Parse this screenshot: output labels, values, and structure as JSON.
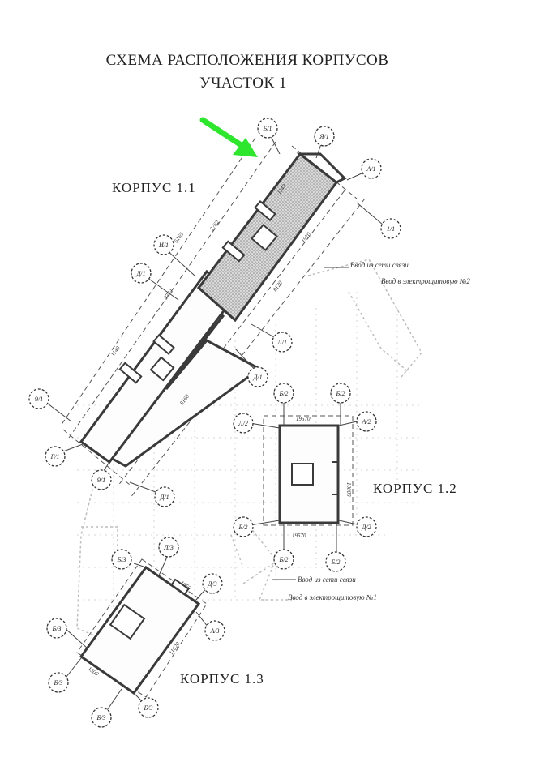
{
  "title": {
    "line1": "СХЕМА РАСПОЛОЖЕНИЯ КОРПУСОВ",
    "line2": "УЧАСТОК 1"
  },
  "buildings": [
    {
      "id": "b11",
      "label": "КОРПУС 1.1"
    },
    {
      "id": "b12",
      "label": "КОРПУС 1.2"
    },
    {
      "id": "b13",
      "label": "КОРПУС 1.3"
    }
  ],
  "notes": {
    "n1a": "Ввод из сети связи",
    "n1b": "Ввод в электрощитовую №2",
    "n2a": "Ввод из сети связи",
    "n2b": "Ввод в электрощитовую №1"
  },
  "axes_b11": [
    "Б/1",
    "Я/1",
    "А/1",
    "1/1",
    "И/1",
    "Д/1",
    "9/1",
    "Г/1",
    "9/1",
    "Д/1",
    "Л/1",
    "Д/1"
  ],
  "axes_b12": [
    "Б/2",
    "Б/2",
    "А/2",
    "Л/2",
    "Б/2",
    "Д/2",
    "Б/2",
    "Б/2"
  ],
  "axes_b13": [
    "Б/3",
    "Л/3",
    "Д/3",
    "А/3",
    "Б/3",
    "Б/3",
    "Б/3",
    "Б/3"
  ],
  "dims": {
    "d1": "5165",
    "d2": "2762",
    "d3": "2752",
    "d4": "1140",
    "d5": "1970",
    "d6": "8120",
    "d7": "8160",
    "d8": "1142",
    "b12_top": "19570",
    "b12_side": "10000",
    "b12_bottom": "19570",
    "b13_a": "1650",
    "b13_b": "1300",
    "b13_c": "11620"
  },
  "colors": {
    "arrow": "#2fe62f",
    "ink": "#3a3a3a",
    "hatch": "#8a8a8a"
  },
  "icons": {
    "north_pointer": "green-arrow-icon"
  }
}
